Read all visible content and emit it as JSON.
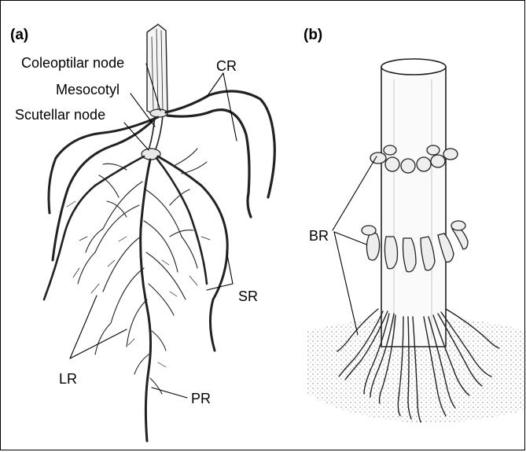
{
  "figure": {
    "panel_a_label": "(a)",
    "panel_b_label": "(b)",
    "labels_a": {
      "coleoptilar_node": "Coleoptilar node",
      "mesocotyl": "Mesocotyl",
      "scutellar_node": "Scutellar node",
      "cr": "CR",
      "sr": "SR",
      "lr": "LR",
      "pr": "PR"
    },
    "labels_b": {
      "br": "BR"
    }
  }
}
